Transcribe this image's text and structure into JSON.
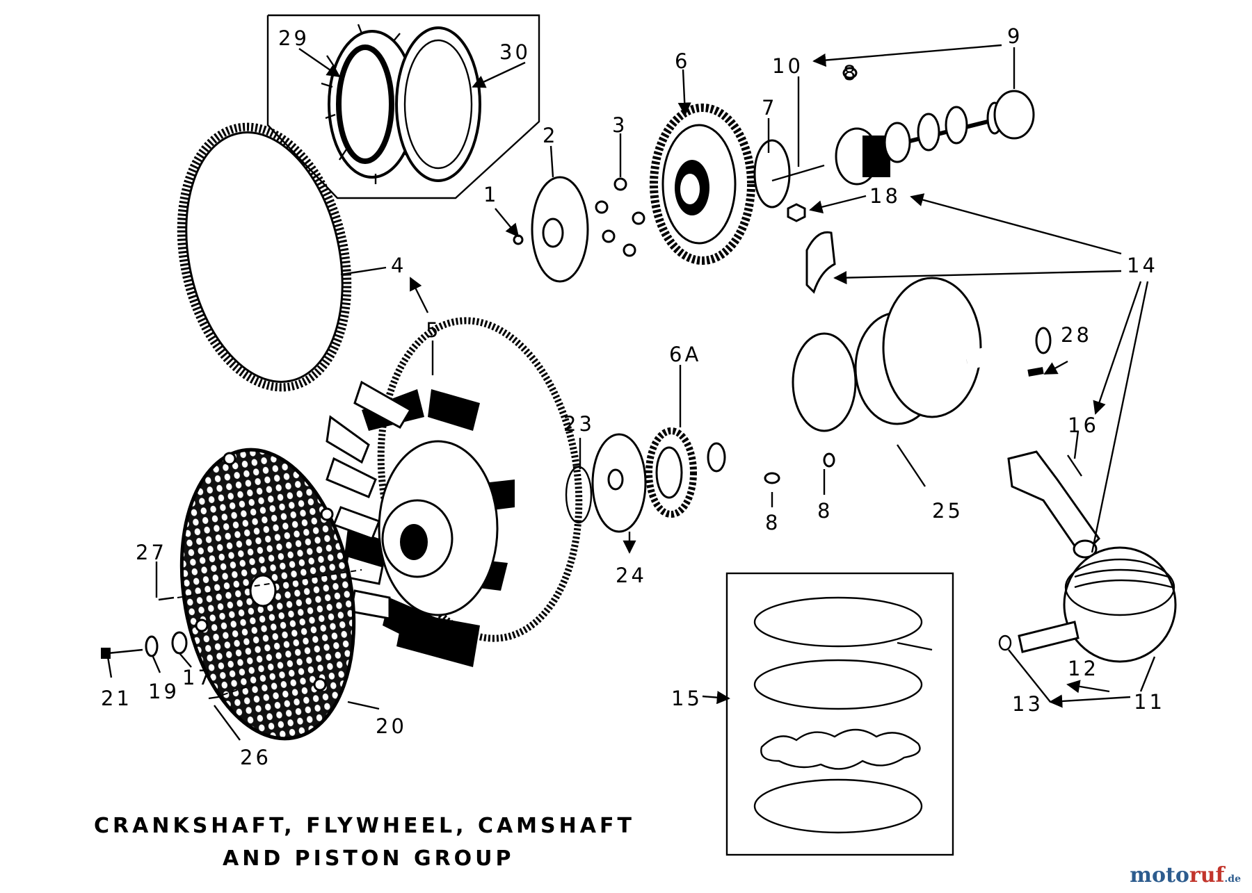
{
  "caption": {
    "line1": "CRANKSHAFT, FLYWHEEL, CAMSHAFT",
    "line2": "AND PISTON GROUP"
  },
  "callouts": {
    "p1": "1",
    "p2": "2",
    "p3": "3",
    "p4": "4",
    "p5": "5",
    "p6": "6",
    "p6a": "6A",
    "p7": "7",
    "p8a": "8",
    "p8b": "8",
    "p8c": "8",
    "p9": "9",
    "p10": "10",
    "p11": "11",
    "p12": "12",
    "p13": "13",
    "p14": "14",
    "p15": "15",
    "p16": "16",
    "p17": "17",
    "p18": "18",
    "p19": "19",
    "p20": "20",
    "p21": "21",
    "p23": "23",
    "p24": "24",
    "p25": "25",
    "p26": "26",
    "p27": "27",
    "p28": "28",
    "p29": "29",
    "p30": "30"
  },
  "watermark": {
    "part1": "moto",
    "part2": "ruf",
    "part3": ".de"
  },
  "colors": {
    "ink": "#000000",
    "paper": "#ffffff",
    "watermark_blue": "#2d5c8e",
    "watermark_red": "#c2352c"
  }
}
